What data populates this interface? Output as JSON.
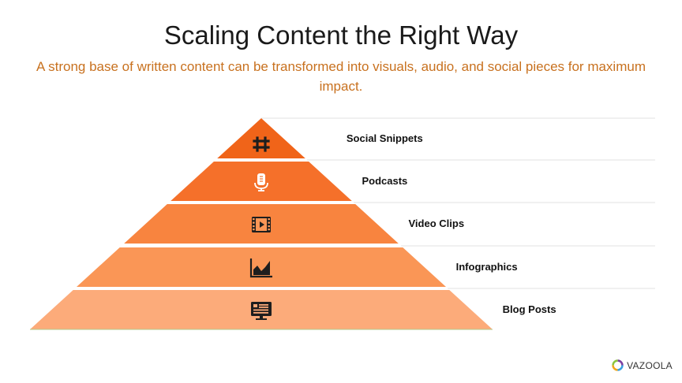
{
  "header": {
    "title": "Scaling Content the Right Way",
    "subtitle": "A strong base of written content can be transformed into visuals, audio, and social pieces for maximum impact."
  },
  "pyramid": {
    "levels": [
      {
        "label": "Social Snippets",
        "icon": "hashtag-icon",
        "color": "#f06419"
      },
      {
        "label": "Podcasts",
        "icon": "microphone-icon",
        "color": "#f5702a"
      },
      {
        "label": "Video Clips",
        "icon": "film-icon",
        "color": "#f8843f"
      },
      {
        "label": "Infographics",
        "icon": "area-chart-icon",
        "color": "#fa9656"
      },
      {
        "label": "Blog Posts",
        "icon": "monitor-icon",
        "color": "#fcab7a"
      }
    ],
    "separator_color": "#d9d9d9",
    "base_edge_color": "#b5c98a"
  },
  "brand": {
    "logo_text": "VAZOOLA"
  }
}
